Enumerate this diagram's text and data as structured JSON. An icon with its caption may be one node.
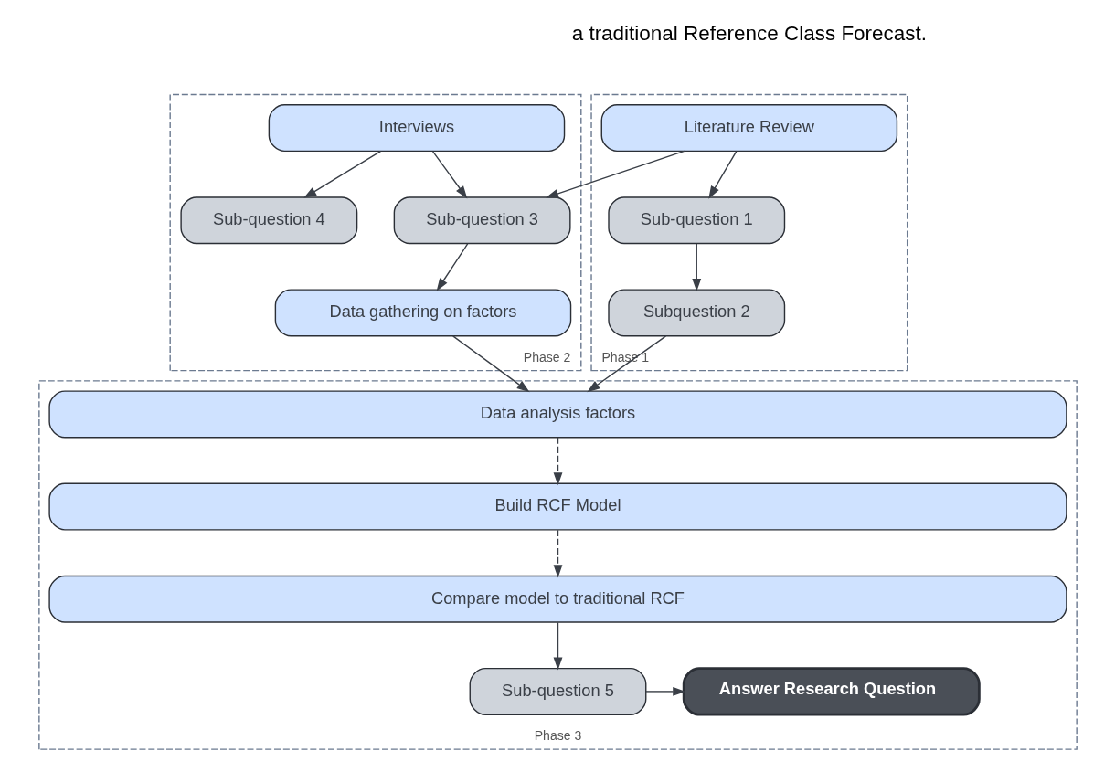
{
  "diagram": {
    "nodes": [
      {
        "text": [
          "Phase 1"
        ]
      },
      {
        "text": [
          "Literature Review"
        ],
        "in": 0
      },
      {
        "text": [
          "Sub-question 1"
        ],
        "in": 0
      },
      {
        "text": [
          "Subquestion 2"
        ],
        "in": 0
      },
      {
        "text": [
          "Phase 2"
        ]
      },
      {
        "text": [
          "Interviews"
        ],
        "in": 4
      },
      {
        "text": [
          "Sub-question 3"
        ],
        "in": 4
      },
      {
        "text": [
          "Sub-question 4"
        ],
        "in": 4
      },
      {
        "text": [
          "Data gathering on factors"
        ],
        "in": 4
      },
      {
        "text": [
          "Phase 3"
        ]
      },
      {
        "text": [
          "Data analysis factors"
        ],
        "in": 9
      },
      {
        "text": [
          "Build RCF Model"
        ],
        "in": 9
      },
      {
        "text": [
          "Compare model to traditional RCF"
        ],
        "in": 9
      },
      {
        "text": [
          "Sub-question 5"
        ],
        "in": 9
      },
      {
        "text": [
          "Answer Research Question"
        ],
        "in": 9
      }
    ],
    "edges": [
      {
        "from": 1,
        "to": 2,
        "arrow": "to"
      },
      {
        "from": 2,
        "to": 3,
        "arrow": "to"
      },
      {
        "from": 1,
        "to": 6,
        "arrow": "to"
      },
      {
        "from": 5,
        "to": 6,
        "arrow": "to"
      },
      {
        "from": 5,
        "to": 7,
        "arrow": "to"
      },
      {
        "from": 6,
        "to": 8,
        "arrow": "to"
      },
      {
        "from": 3,
        "to": 10,
        "arrow": "to"
      },
      {
        "from": 8,
        "to": 10,
        "arrow": "to"
      },
      {
        "from": 10,
        "to": 11,
        "arrow": "to",
        "style": "dashed"
      },
      {
        "from": 11,
        "to": 12,
        "arrow": "to",
        "style": "dashed"
      },
      {
        "from": 12,
        "to": 13,
        "arrow": "to"
      },
      {
        "from": 13,
        "to": 14,
        "arrow": "to"
      }
    ],
    "labels": [
      "a traditional Reference Class Forecast."
    ]
  }
}
